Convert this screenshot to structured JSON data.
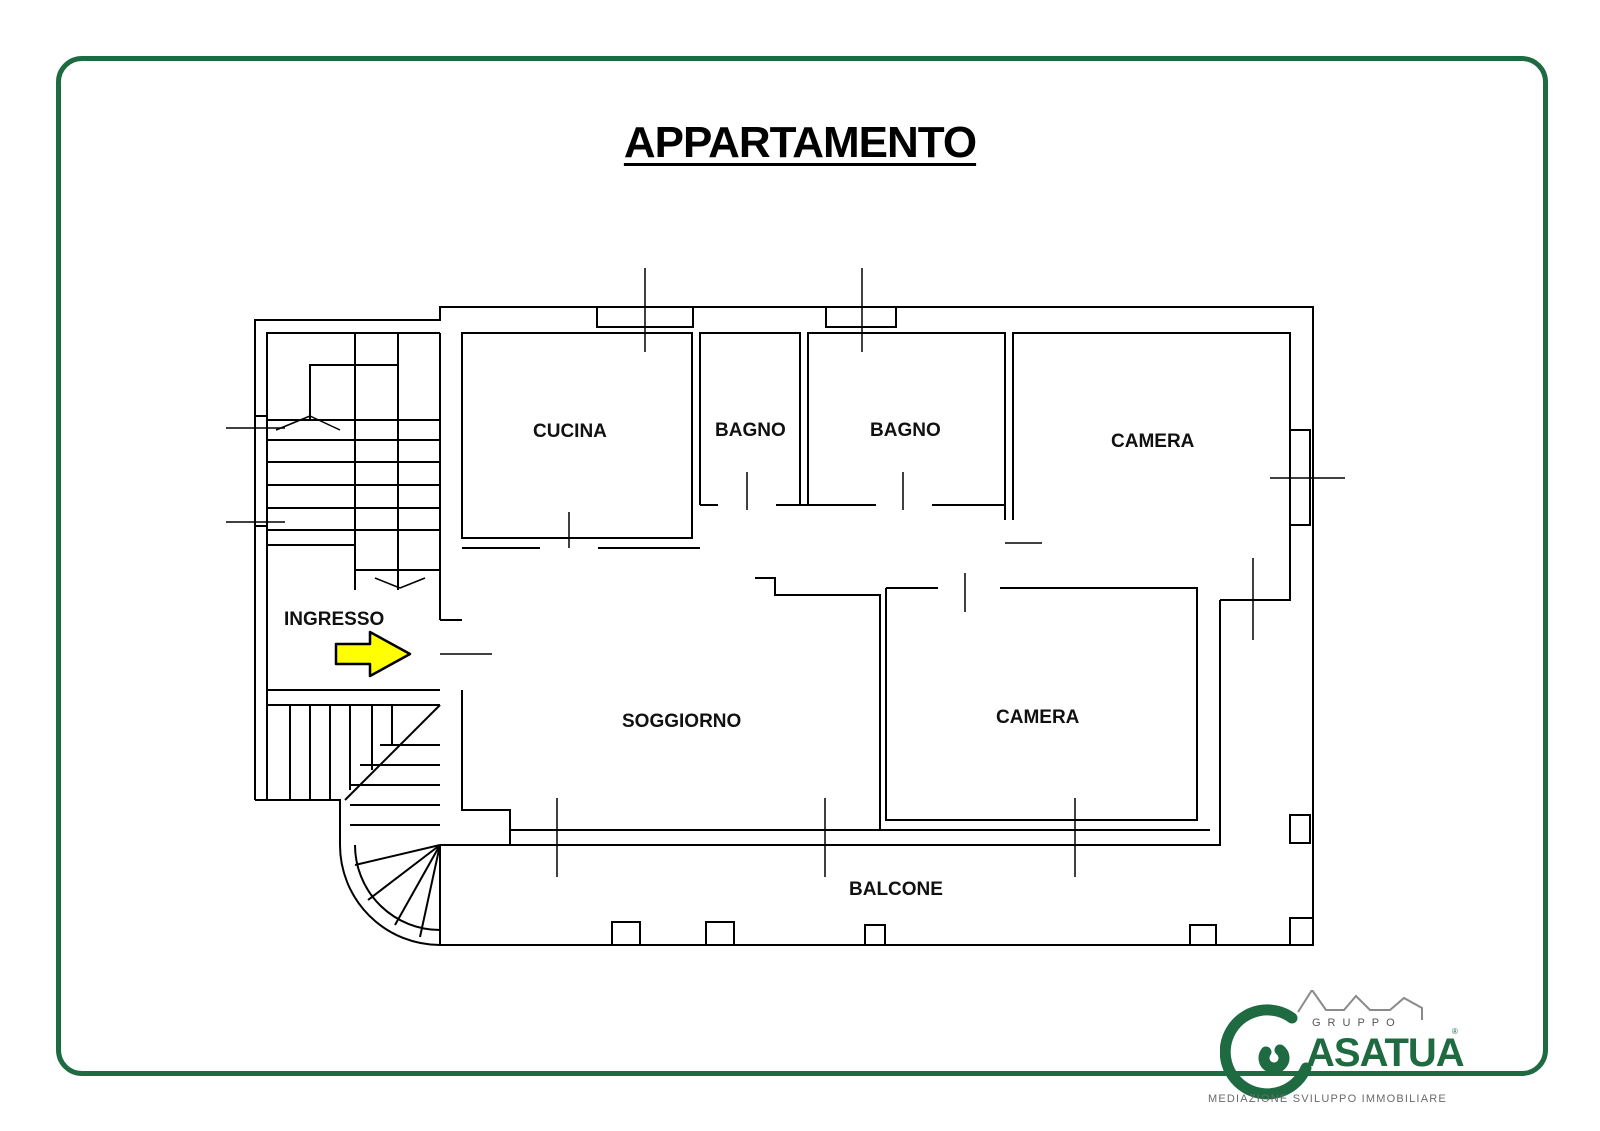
{
  "title": "APPARTAMENTO",
  "rooms": {
    "cucina": "CUCINA",
    "bagno_1": "BAGNO",
    "bagno_2": "BAGNO",
    "camera_1": "CAMERA",
    "camera_2": "CAMERA",
    "ingresso": "INGRESSO",
    "soggiorno": "SOGGIORNO",
    "balcone": "BALCONE"
  },
  "logo": {
    "group": "GRUPPO",
    "brand": "CASATUA",
    "brand_visible": "ASATUA",
    "registered": "®",
    "tagline": "MEDIAZIONE SVILUPPO IMMOBILIARE"
  },
  "colors": {
    "frame": "#1e6b42",
    "arrow": "#ffff00",
    "logo_green": "#1e6b42",
    "logo_gray": "#8a8a8a"
  },
  "icons": {
    "entrance_arrow": "right-arrow-icon"
  }
}
